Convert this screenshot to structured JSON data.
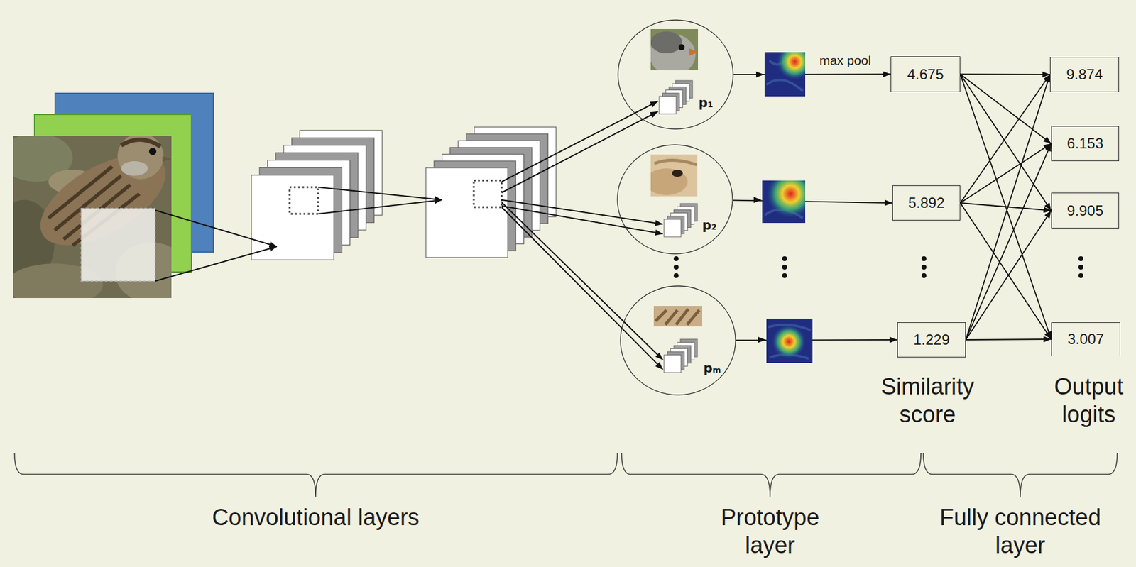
{
  "diagram": {
    "nodes": [
      {
        "text": [
          "p₁"
        ]
      },
      {
        "text": [
          "p₂"
        ]
      },
      {
        "text": [
          "pₘ"
        ]
      },
      {
        "text": [
          "4.675"
        ]
      },
      {
        "text": [
          "5.892"
        ]
      },
      {
        "text": [
          "1.229"
        ]
      },
      {
        "text": [
          "9.874"
        ]
      },
      {
        "text": [
          "6.153"
        ]
      },
      {
        "text": [
          "9.905"
        ]
      },
      {
        "text": [
          "3.007"
        ]
      }
    ],
    "edges": [
      {
        "from": 0,
        "to": 3,
        "label": "max pool",
        "arrow": "to"
      },
      {
        "from": 1,
        "to": 4,
        "arrow": "to"
      },
      {
        "from": 2,
        "to": 5,
        "arrow": "to"
      },
      {
        "from": 3,
        "to": 6,
        "arrow": "to"
      },
      {
        "from": 3,
        "to": 7,
        "arrow": "to"
      },
      {
        "from": 3,
        "to": 8,
        "arrow": "to"
      },
      {
        "from": 3,
        "to": 9,
        "arrow": "to"
      },
      {
        "from": 4,
        "to": 6,
        "arrow": "to"
      },
      {
        "from": 4,
        "to": 7,
        "arrow": "to"
      },
      {
        "from": 4,
        "to": 8,
        "arrow": "to"
      },
      {
        "from": 4,
        "to": 9,
        "arrow": "to"
      },
      {
        "from": 5,
        "to": 6,
        "arrow": "to"
      },
      {
        "from": 5,
        "to": 7,
        "arrow": "to"
      },
      {
        "from": 5,
        "to": 8,
        "arrow": "to"
      },
      {
        "from": 5,
        "to": 9,
        "arrow": "to"
      }
    ],
    "labels": [
      "Similarity score",
      "Output logits",
      "Convolutional layers",
      "Prototype layer",
      "Fully connected layer"
    ]
  }
}
